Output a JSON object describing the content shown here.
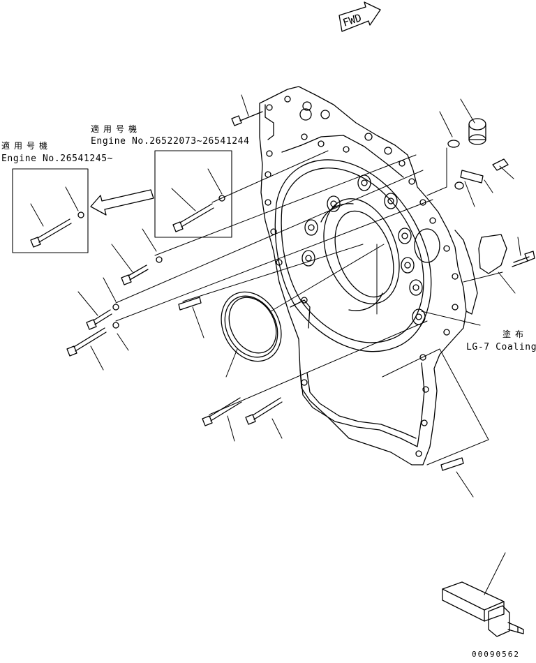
{
  "fwd_label": "FWD",
  "callout_left": {
    "title_jp": "適用号機",
    "engine_range": "Engine No.26541245~"
  },
  "callout_right": {
    "title_jp": "適用号機",
    "engine_range": "Engine No.26522073~26541244"
  },
  "coating_note": {
    "jp": "塗布",
    "en": "LG-7 Coaling"
  },
  "drawing_number": "00090562"
}
